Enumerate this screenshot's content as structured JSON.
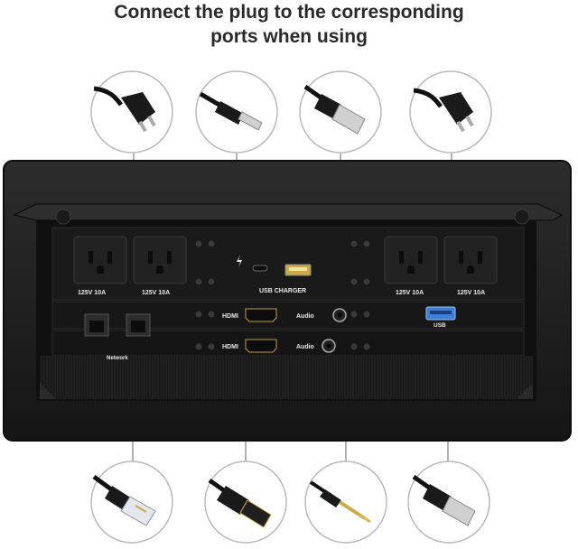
{
  "heading": {
    "line1": "Connect the plug to the corresponding",
    "line2": "ports when using"
  },
  "panel_labels": {
    "outlet_rating": "125V  10A",
    "usb_charger": "USB CHARGER",
    "hdmi": "HDMI",
    "audio": "Audio",
    "usb": "USB",
    "network": "Network"
  },
  "colors": {
    "panel": "#1c1c1c",
    "frame": "#2a2a2a",
    "connector_line": "#9a9a9a",
    "usb_port_blue": "#3b7fd6"
  },
  "icons": [
    "ac-plug-icon",
    "usb-c-plug-icon",
    "usb-a-plug-icon",
    "ac-plug-icon",
    "rj45-plug-icon",
    "hdmi-plug-icon",
    "audio-jack-icon",
    "usb-a-plug-icon"
  ]
}
